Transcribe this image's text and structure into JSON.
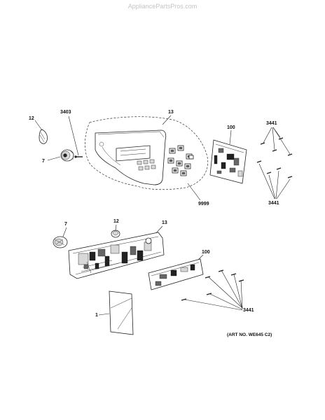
{
  "watermark": "AppliancePartsPros.com",
  "art_number": "(ART NO. WE645 C2)",
  "callouts": {
    "knob_top": "7",
    "knob_bottom": "7",
    "cap_top": "12",
    "cap_bottom": "12",
    "screw_top": "3403",
    "console_top": "13",
    "console_bottom": "13",
    "board_top": "100",
    "board_bottom": "100",
    "kit": "9999",
    "screws_top_upper": "3441",
    "screws_top_lower": "3441",
    "screws_bottom": "3441",
    "manual": "1"
  }
}
